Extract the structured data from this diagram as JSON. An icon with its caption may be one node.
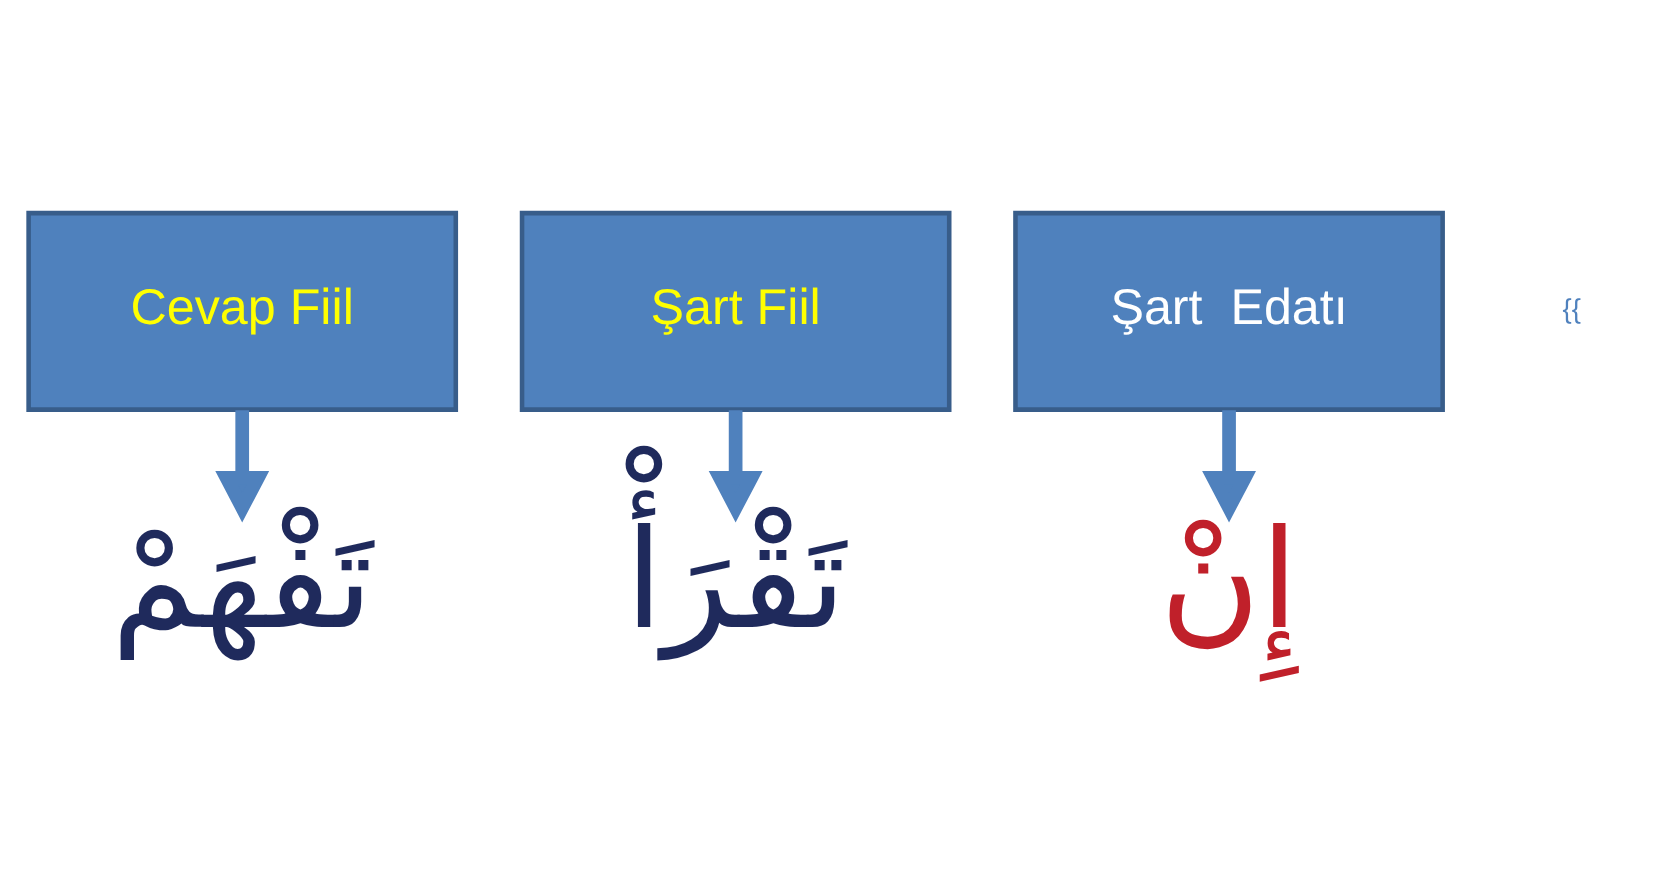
{
  "diagram": {
    "nodes": [
      {
        "text": [
          "تَفْهَمْ"
        ]
      },
      {
        "text": [
          "تَقْرَأْ"
        ]
      },
      {
        "text": [
          "إِنْ"
        ]
      },
      {
        "text": [
          "Cevap Fiil"
        ]
      },
      {
        "text": [
          "Şart Fiil"
        ]
      },
      {
        "text": [
          "Şart  Edatı"
        ]
      }
    ],
    "edges": [
      {
        "from": 3,
        "to": 0,
        "arrow": "to"
      },
      {
        "from": 4,
        "to": 1,
        "arrow": "to"
      },
      {
        "from": 5,
        "to": 2,
        "arrow": "to"
      }
    ],
    "labels": [
      "{{"
    ]
  }
}
